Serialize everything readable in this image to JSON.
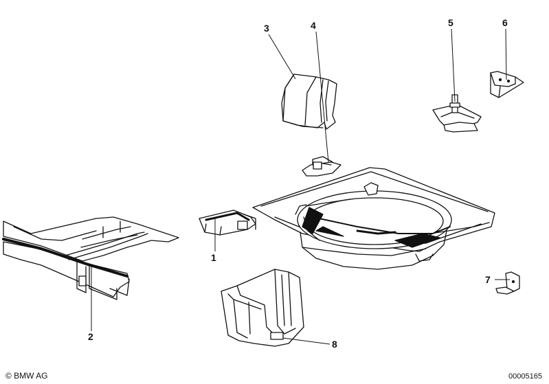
{
  "callouts": [
    "1",
    "2",
    "3",
    "4",
    "5",
    "6",
    "7",
    "8"
  ],
  "footer": {
    "copyright": "© BMW AG",
    "diagram_id": "00005165"
  }
}
